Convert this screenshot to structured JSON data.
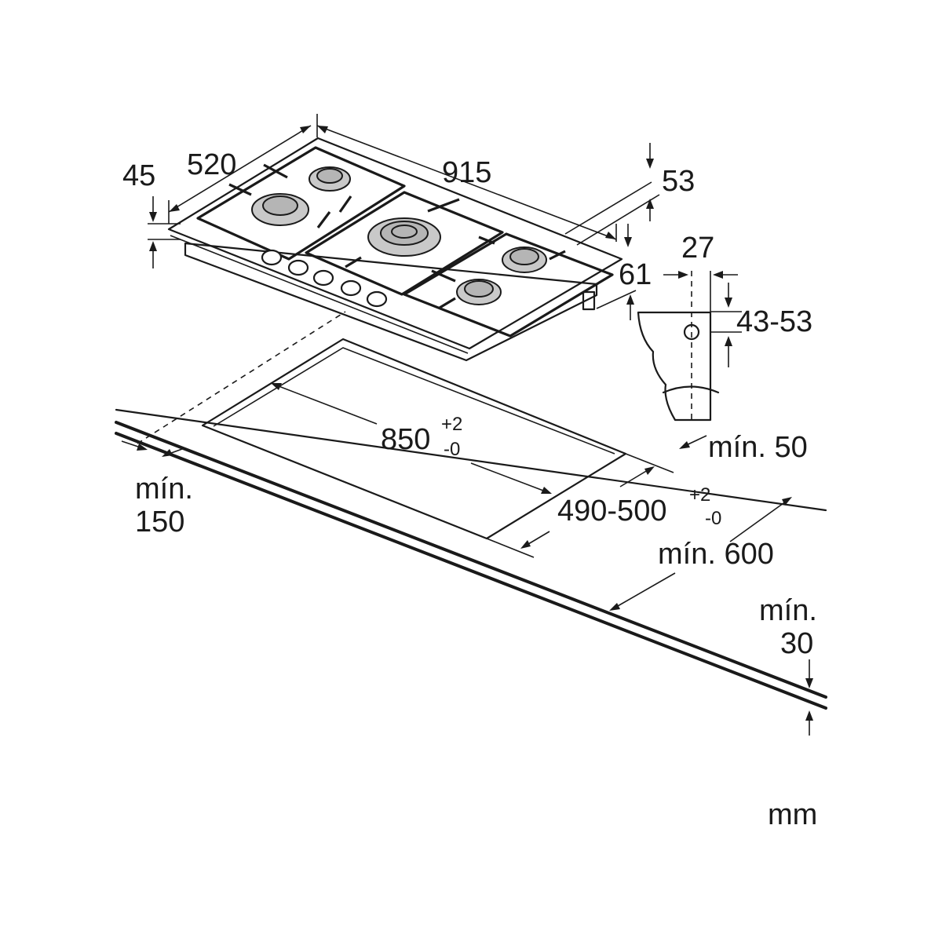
{
  "dimensions": {
    "width_915": "915",
    "depth_520": "520",
    "height_45": "45",
    "height_53": "53",
    "height_61": "61",
    "bracket_27": "27",
    "bracket_43_53": "43-53",
    "min_50": "mín. 50",
    "cutout_850": "850",
    "cutout_850_tol_plus": "+2",
    "cutout_850_tol_minus": "-0",
    "cutout_490_500": "490-500",
    "cutout_490_tol_plus": "+2",
    "cutout_490_tol_minus": "-0",
    "min_600": "mín. 600",
    "min_150_line1": "mín.",
    "min_150_line2": "150",
    "min_30_line1": "mín.",
    "min_30_line2": "30",
    "unit": "mm"
  }
}
